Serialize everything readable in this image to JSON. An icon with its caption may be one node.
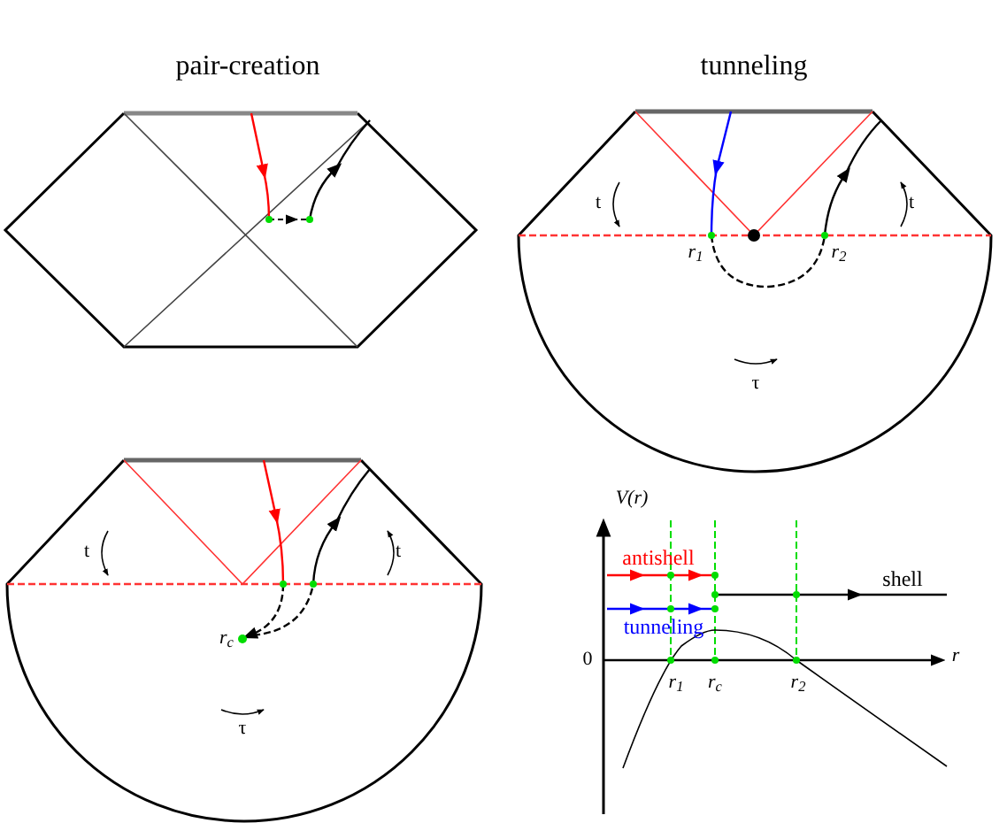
{
  "diagram": {
    "labels": [
      "pair-creation",
      "tunneling",
      "t",
      "t",
      "r$_{1}$",
      "r$_{2}$",
      "τ",
      "t",
      "t",
      "r$_{c}$",
      "τ",
      "V(r)",
      "antishell",
      "shell",
      "tunneling",
      "0",
      "r",
      "r$_{1}$",
      "r$_{c}$",
      "r$_{2}$"
    ]
  }
}
